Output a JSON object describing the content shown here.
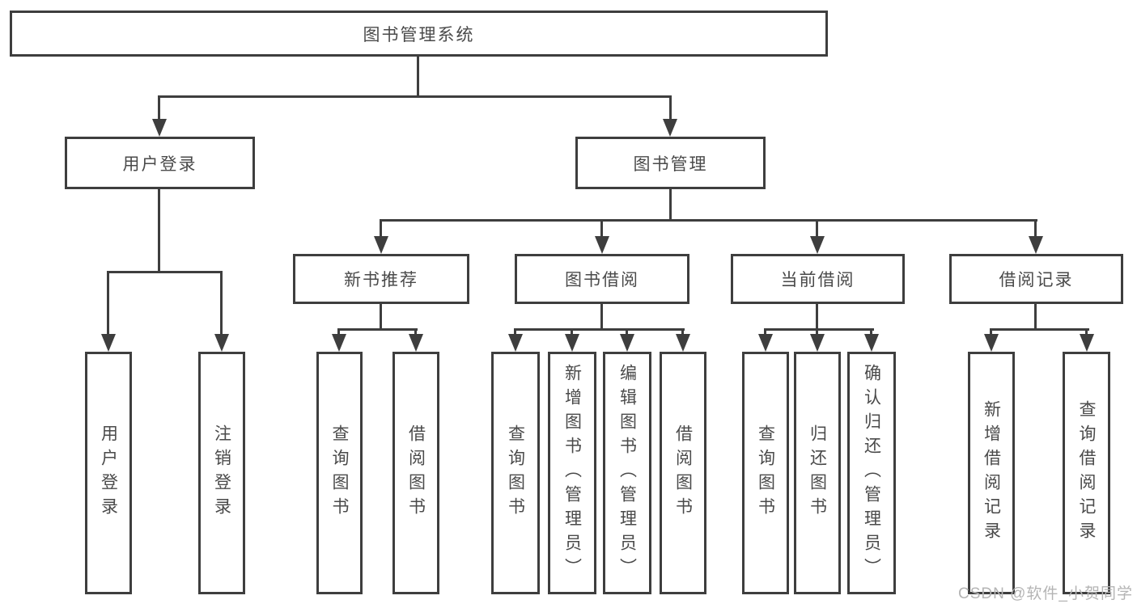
{
  "colors": {
    "line": "#3e3e3e",
    "text": "#4a4a4a",
    "background": "#ffffff",
    "watermark": "#b4b4b4"
  },
  "nodes": {
    "root": "图书管理系统",
    "user_login": "用户登录",
    "book_management": "图书管理",
    "new_book_recommend": "新书推荐",
    "book_borrowing": "图书借阅",
    "current_borrowing": "当前借阅",
    "borrowing_records": "借阅记录",
    "leaf_user_login": "用户登录",
    "leaf_logout": "注销登录",
    "leaf_query_books_recommend": "查询图书",
    "leaf_borrow_books_recommend": "借阅图书",
    "leaf_query_books_borrowing": "查询图书",
    "leaf_add_books_admin": "新增图书（管理员）",
    "leaf_edit_books_admin": "编辑图书（管理员）",
    "leaf_borrow_books_borrowing": "借阅图书",
    "leaf_query_books_current": "查询图书",
    "leaf_return_books": "归还图书",
    "leaf_confirm_return_admin": "确认归还（管理员）",
    "leaf_add_borrow_record": "新增借阅记录",
    "leaf_query_borrow_record": "查询借阅记录"
  },
  "watermark": "CSDN @软件_小贺同学"
}
